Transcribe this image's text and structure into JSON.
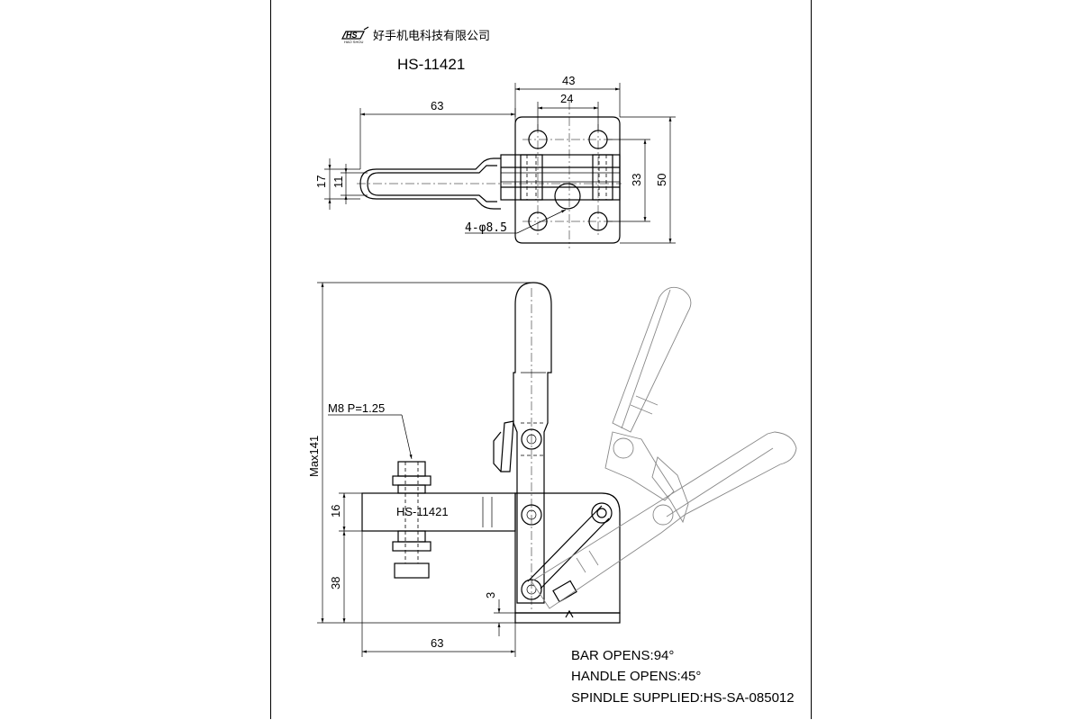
{
  "header": {
    "logo_mark": "HS",
    "logo_sub": "HAO SHOU",
    "company_name": "好手机电科技有限公司",
    "model": "HS-11421"
  },
  "top_view": {
    "dims": {
      "overall_length": "63",
      "base_width_outer": "43",
      "base_width_inner": "24",
      "handle_outer": "17",
      "handle_inner": "11",
      "hole_spacing": "33",
      "base_height": "50"
    },
    "hole_callout": "4-φ8.5"
  },
  "side_view": {
    "thread_spec": "M8  P=1.25",
    "bar_label": "HS-11421",
    "dims": {
      "max_height": "Max141",
      "bar_height": "16",
      "base_to_bar": "38",
      "small_gap": "3",
      "bar_length": "63"
    }
  },
  "notes": [
    "BAR OPENS:94°",
    "HANDLE OPENS:45°",
    "SPINDLE SUPPLIED:HS-SA-085012"
  ]
}
